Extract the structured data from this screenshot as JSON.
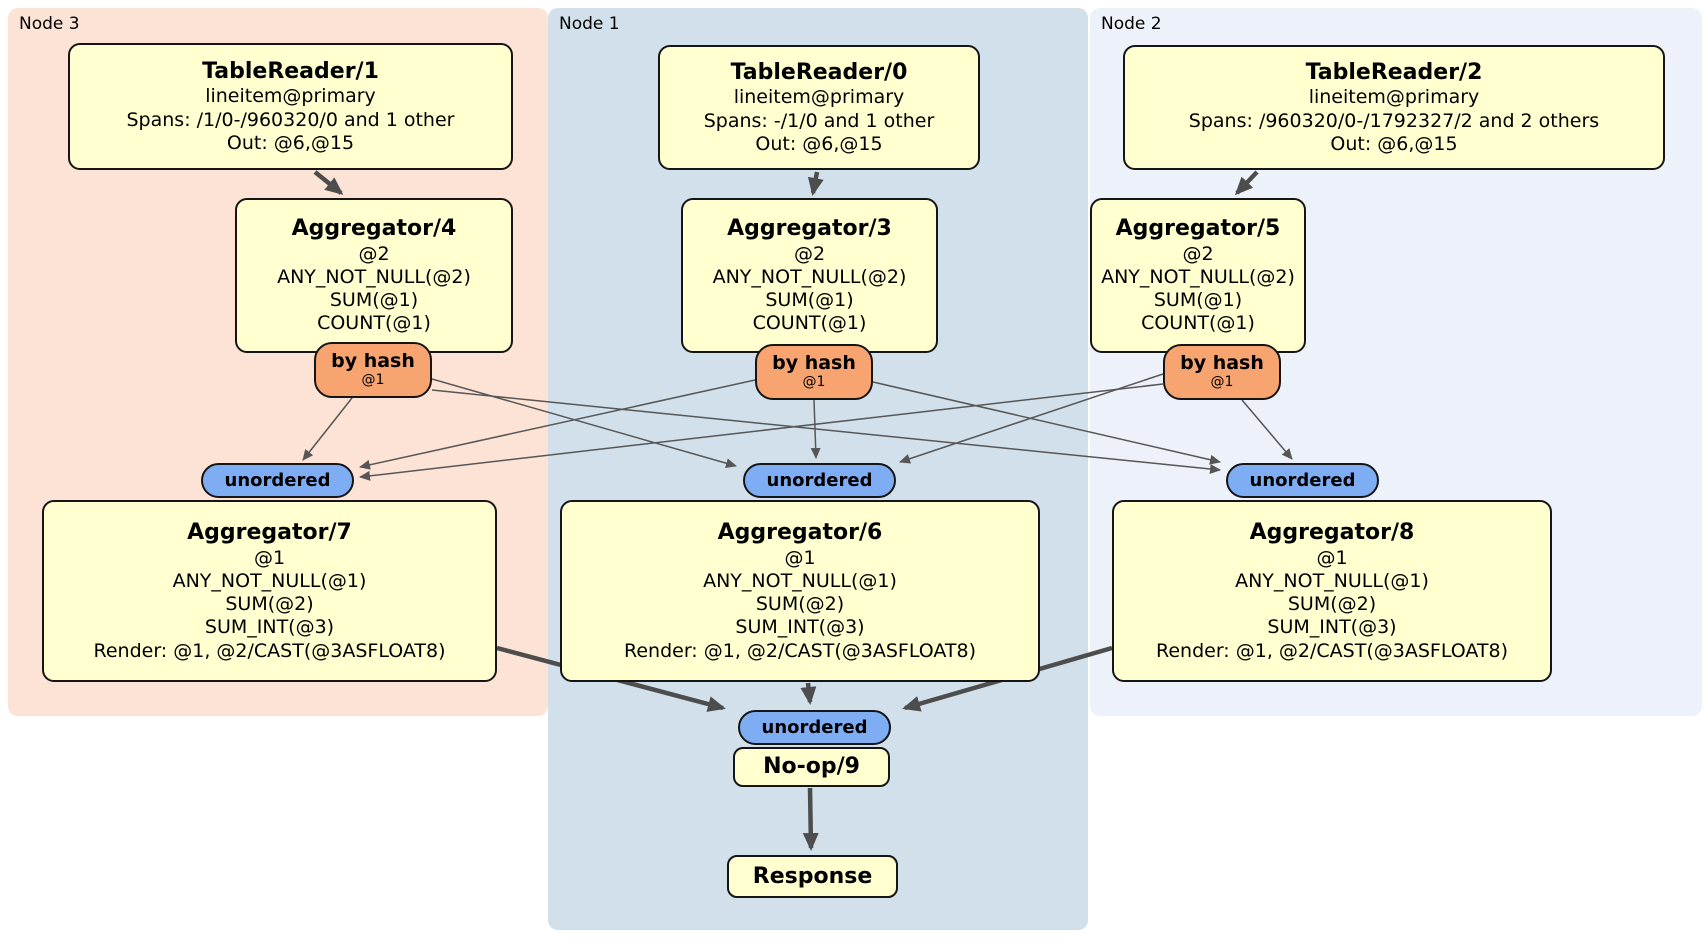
{
  "regions": {
    "node3": {
      "label": "Node 3",
      "bg": "#fce3d5"
    },
    "node1": {
      "label": "Node 1",
      "bg": "#d1e0ea"
    },
    "node2": {
      "label": "Node 2",
      "bg": "#edf1f9"
    }
  },
  "processors": {
    "tablereader1": {
      "title": "TableReader/1",
      "lines": [
        "lineitem@primary",
        "Spans: /1/0-/960320/0 and 1 other",
        "Out: @6,@15"
      ]
    },
    "tablereader0": {
      "title": "TableReader/0",
      "lines": [
        "lineitem@primary",
        "Spans: -/1/0 and 1 other",
        "Out: @6,@15"
      ]
    },
    "tablereader2": {
      "title": "TableReader/2",
      "lines": [
        "lineitem@primary",
        "Spans: /960320/0-/1792327/2 and 2 others",
        "Out: @6,@15"
      ]
    },
    "aggregator4": {
      "title": "Aggregator/4",
      "lines": [
        "@2",
        "ANY_NOT_NULL(@2)",
        "SUM(@1)",
        "COUNT(@1)"
      ]
    },
    "aggregator3": {
      "title": "Aggregator/3",
      "lines": [
        "@2",
        "ANY_NOT_NULL(@2)",
        "SUM(@1)",
        "COUNT(@1)"
      ]
    },
    "aggregator5": {
      "title": "Aggregator/5",
      "lines": [
        "@2",
        "ANY_NOT_NULL(@2)",
        "SUM(@1)",
        "COUNT(@1)"
      ]
    },
    "aggregator7": {
      "title": "Aggregator/7",
      "lines": [
        "@1",
        "ANY_NOT_NULL(@1)",
        "SUM(@2)",
        "SUM_INT(@3)",
        "Render: @1, @2/CAST(@3ASFLOAT8)"
      ]
    },
    "aggregator6": {
      "title": "Aggregator/6",
      "lines": [
        "@1",
        "ANY_NOT_NULL(@1)",
        "SUM(@2)",
        "SUM_INT(@3)",
        "Render: @1, @2/CAST(@3ASFLOAT8)"
      ]
    },
    "aggregator8": {
      "title": "Aggregator/8",
      "lines": [
        "@1",
        "ANY_NOT_NULL(@1)",
        "SUM(@2)",
        "SUM_INT(@3)",
        "Render: @1, @2/CAST(@3ASFLOAT8)"
      ]
    },
    "noop9": {
      "title": "No-op/9"
    },
    "response": {
      "title": "Response"
    }
  },
  "routers": {
    "by_hash": {
      "label": "by hash",
      "column": "@1",
      "bg": "#f7a470"
    },
    "unordered": {
      "label": "unordered",
      "bg": "#7fadf3"
    }
  },
  "colors": {
    "processor_box_bg": "#ffffd0",
    "edge": "#4d4d4d",
    "border": "#151515"
  }
}
